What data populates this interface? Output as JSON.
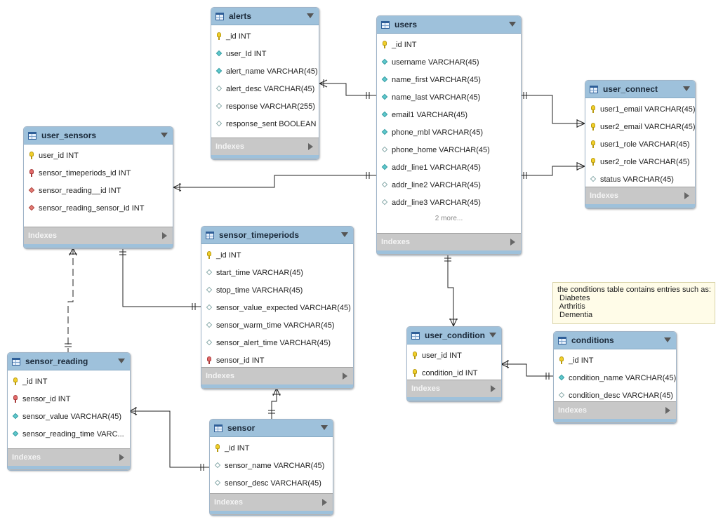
{
  "tables": {
    "alerts": {
      "name": "alerts",
      "columns": [
        "_id INT",
        "user_Id INT",
        "alert_name VARCHAR(45)",
        "alert_desc VARCHAR(45)",
        "response VARCHAR(255)",
        "response_sent BOOLEAN"
      ],
      "indexes": "Indexes"
    },
    "users": {
      "name": "users",
      "columns": [
        "_id INT",
        "username VARCHAR(45)",
        "name_first VARCHAR(45)",
        "name_last VARCHAR(45)",
        "email1 VARCHAR(45)",
        "phone_mbl VARCHAR(45)",
        "phone_home VARCHAR(45)",
        "addr_line1 VARCHAR(45)",
        "addr_line2 VARCHAR(45)",
        "addr_line3 VARCHAR(45)"
      ],
      "more": "2 more...",
      "indexes": "Indexes"
    },
    "user_connect": {
      "name": "user_connect",
      "columns": [
        "user1_email VARCHAR(45)",
        "user2_email VARCHAR(45)",
        "user1_role VARCHAR(45)",
        "user2_role VARCHAR(45)",
        "status VARCHAR(45)"
      ],
      "indexes": "Indexes"
    },
    "user_sensors": {
      "name": "user_sensors",
      "columns": [
        "user_id INT",
        "sensor_timeperiods_id INT",
        "sensor_reading__id INT",
        "sensor_reading_sensor_id INT"
      ],
      "indexes": "Indexes"
    },
    "sensor_timeperiods": {
      "name": "sensor_timeperiods",
      "columns": [
        "_id INT",
        "start_time VARCHAR(45)",
        "stop_time VARCHAR(45)",
        "sensor_value_expected VARCHAR(45)",
        "sensor_warm_time VARCHAR(45)",
        "sensor_alert_time VARCHAR(45)",
        "sensor_id INT"
      ],
      "indexes": "Indexes"
    },
    "sensor_reading": {
      "name": "sensor_reading",
      "columns": [
        "_id INT",
        "sensor_id INT",
        "sensor_value VARCHAR(45)",
        "sensor_reading_time VARC..."
      ],
      "indexes": "Indexes"
    },
    "sensor": {
      "name": "sensor",
      "columns": [
        "_id INT",
        "sensor_name VARCHAR(45)",
        "sensor_desc VARCHAR(45)"
      ],
      "indexes": "Indexes"
    },
    "user_condition": {
      "name": "user_condition",
      "columns": [
        "user_id INT",
        "condition_id INT"
      ],
      "indexes": "Indexes"
    },
    "conditions": {
      "name": "conditions",
      "columns": [
        "_id INT",
        "condition_name VARCHAR(45)",
        "condition_desc VARCHAR(45)"
      ],
      "indexes": "Indexes"
    }
  },
  "note": {
    "lines": [
      "the conditions table contains entries such as:",
      " Diabetes",
      " Arthritis",
      " Dementia"
    ]
  },
  "icons": {
    "table": "table-icon",
    "primary_key": "key-icon",
    "column": "diamond-icon",
    "menu": "chevron-down-icon",
    "indexes": "chevron-right-icon"
  },
  "colors": {
    "header": "#9ec1db",
    "indexes_bar": "#c8c8c8",
    "note_bg": "#fffce8",
    "key_yellow": "#f1cf2a",
    "key_red": "#e36a6a",
    "diamond_teal": "#5ec8cd"
  }
}
